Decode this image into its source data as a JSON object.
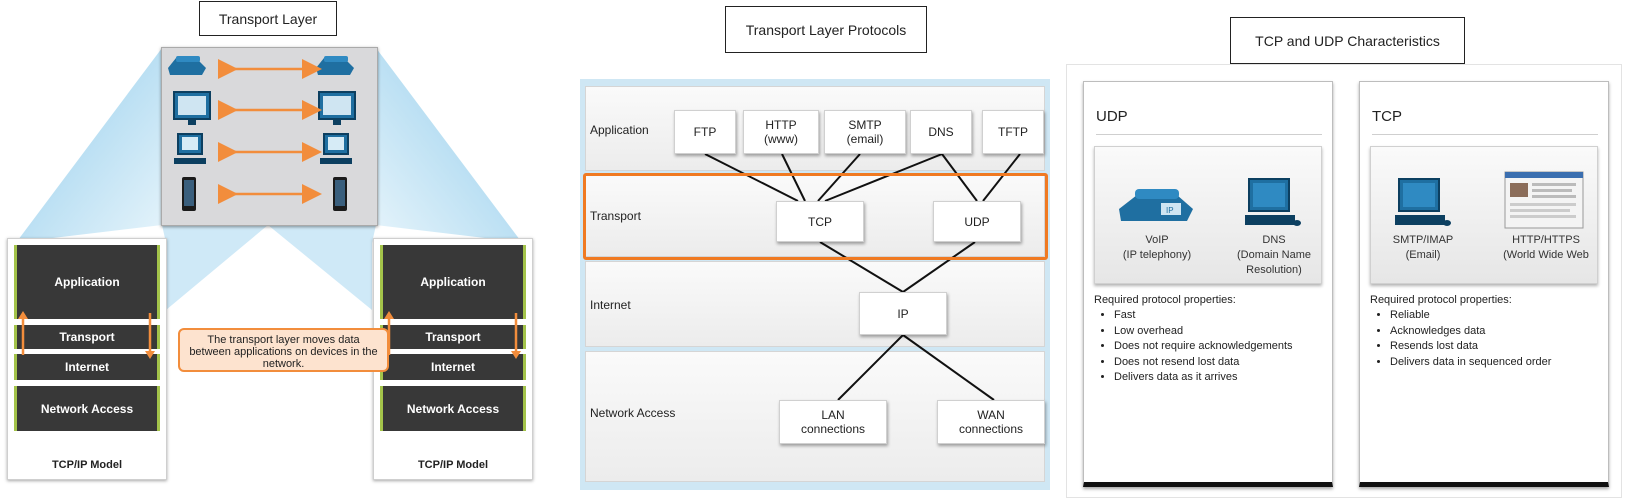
{
  "panel_transport_layer": {
    "title": "Transport Layer",
    "left_model": {
      "layers": [
        "Application",
        "Transport",
        "Internet",
        "Network Access"
      ],
      "caption": "TCP/IP Model"
    },
    "right_model": {
      "layers": [
        "Application",
        "Transport",
        "Internet",
        "Network Access"
      ],
      "caption": "TCP/IP Model"
    },
    "callout": "The transport layer moves data between applications on devices in the network.",
    "device_pairs": [
      "ip-phone-icon",
      "monitor-icon",
      "desktop-computer-icon",
      "mobile-phone-icon"
    ],
    "colors": {
      "layer": "#383838",
      "accent": "#f28d3c",
      "sky": "#a9d7ef"
    }
  },
  "panel_protocols": {
    "title": "Transport Layer Protocols",
    "bands": [
      "Application",
      "Transport",
      "Internet",
      "Network Access"
    ],
    "application_protocols": [
      {
        "line1": "FTP",
        "line2": ""
      },
      {
        "line1": "HTTP",
        "line2": "(www)"
      },
      {
        "line1": "SMTP",
        "line2": "(email)"
      },
      {
        "line1": "DNS",
        "line2": ""
      },
      {
        "line1": "TFTP",
        "line2": ""
      }
    ],
    "transport_protocols": [
      "TCP",
      "UDP"
    ],
    "internet_protocol": "IP",
    "network_access": [
      {
        "line1": "LAN",
        "line2": "connections"
      },
      {
        "line1": "WAN",
        "line2": "connections"
      }
    ],
    "colors": {
      "highlight": "#f07a22"
    }
  },
  "panel_characteristics": {
    "title": "TCP and UDP Characteristics",
    "udp": {
      "heading": "UDP",
      "apps": [
        {
          "icon": "ip-phone-icon",
          "line1": "VoIP",
          "line2": "(IP telephony)",
          "line3": ""
        },
        {
          "icon": "desktop-computer-icon",
          "line1": "DNS",
          "line2": "(Domain Name",
          "line3": "Resolution)"
        }
      ],
      "props_heading": "Required protocol properties:",
      "props": [
        "Fast",
        "Low overhead",
        "Does not require acknowledgements",
        "Does not resend lost data",
        "Delivers data as it arrives"
      ]
    },
    "tcp": {
      "heading": "TCP",
      "apps": [
        {
          "icon": "desktop-computer-icon",
          "line1": "SMTP/IMAP",
          "line2": "(Email)",
          "line3": ""
        },
        {
          "icon": "web-page-icon",
          "line1": "HTTP/HTTPS",
          "line2": "(World Wide Web",
          "line3": ""
        }
      ],
      "props_heading": "Required protocol properties:",
      "props": [
        "Reliable",
        "Acknowledges data",
        "Resends lost data",
        "Delivers data in sequenced order"
      ]
    }
  }
}
